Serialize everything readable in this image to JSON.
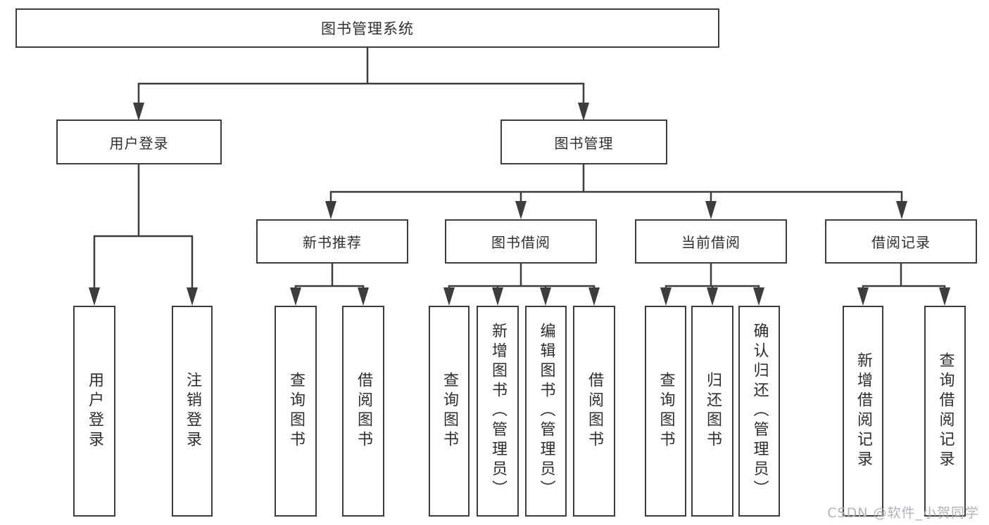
{
  "diagram": {
    "type": "hierarchy-tree",
    "watermark": "CSDN @软件_小贺同学",
    "colors": {
      "line": "#3d3d3d",
      "box_border": "#3d3d3d",
      "box_fill": "#ffffff",
      "text": "#2e2e2e",
      "watermark": "#b0b3b8",
      "background": "#ffffff"
    },
    "tree": {
      "label": "图书管理系统",
      "children": [
        {
          "label": "用户登录",
          "children": [
            {
              "label": "用户登录"
            },
            {
              "label": "注销登录"
            }
          ]
        },
        {
          "label": "图书管理",
          "children": [
            {
              "label": "新书推荐",
              "children": [
                {
                  "label": "查询图书"
                },
                {
                  "label": "借阅图书"
                }
              ]
            },
            {
              "label": "图书借阅",
              "children": [
                {
                  "label": "查询图书"
                },
                {
                  "label": "新增图书（管理员）"
                },
                {
                  "label": "编辑图书（管理员）"
                },
                {
                  "label": "借阅图书"
                }
              ]
            },
            {
              "label": "当前借阅",
              "children": [
                {
                  "label": "查询图书"
                },
                {
                  "label": "归还图书"
                },
                {
                  "label": "确认归还（管理员）"
                }
              ]
            },
            {
              "label": "借阅记录",
              "children": [
                {
                  "label": "新增借阅记录"
                },
                {
                  "label": "查询借阅记录"
                }
              ]
            }
          ]
        }
      ]
    }
  }
}
